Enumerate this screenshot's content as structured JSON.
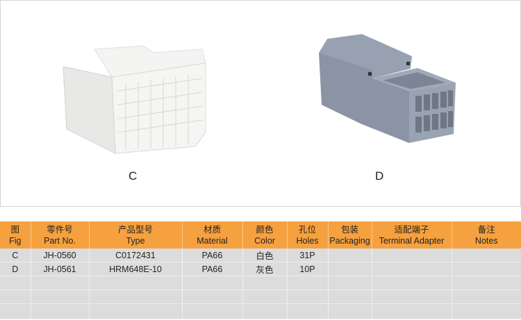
{
  "figures": [
    {
      "label": "C"
    },
    {
      "label": "D"
    }
  ],
  "table": {
    "headers": [
      {
        "zh": "图",
        "en": "Fig"
      },
      {
        "zh": "零件号",
        "en": "Part No."
      },
      {
        "zh": "产品型号",
        "en": "Type"
      },
      {
        "zh": "材质",
        "en": "Material"
      },
      {
        "zh": "颜色",
        "en": "Color"
      },
      {
        "zh": "孔位",
        "en": "Holes"
      },
      {
        "zh": "包装",
        "en": "Packaging"
      },
      {
        "zh": "适配端子",
        "en": "Terminal Adapter"
      },
      {
        "zh": "备注",
        "en": "Notes"
      }
    ],
    "rows": [
      [
        "C",
        "JH-0560",
        "C0172431",
        "PA66",
        "白色",
        "31P",
        "",
        "",
        ""
      ],
      [
        "D",
        "JH-0561",
        "HRM648E-10",
        "PA66",
        "灰色",
        "10P",
        "",
        "",
        ""
      ],
      [
        "",
        "",
        "",
        "",
        "",
        "",
        "",
        "",
        ""
      ],
      [
        "",
        "",
        "",
        "",
        "",
        "",
        "",
        "",
        ""
      ],
      [
        "",
        "",
        "",
        "",
        "",
        "",
        "",
        "",
        ""
      ]
    ]
  },
  "colors": {
    "header": "#f6a13f",
    "row": "#dcdcdc"
  }
}
